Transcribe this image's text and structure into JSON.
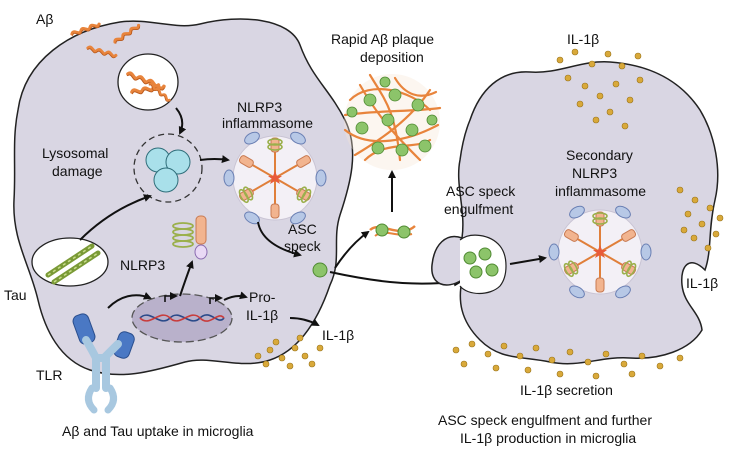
{
  "labels": {
    "abeta": "Aβ",
    "lysosomal_damage_1": "Lysosomal",
    "lysosomal_damage_2": "damage",
    "tau": "Tau",
    "tlr": "TLR",
    "nlrp3": "NLRP3",
    "nlrp3_inflammasome_1": "NLRP3",
    "nlrp3_inflammasome_2": "inflammasome",
    "asc_speck_1": "ASC",
    "asc_speck_2": "speck",
    "pro_il1b_1": "Pro-",
    "pro_il1b_2": "IL-1β",
    "il1b_left": "IL-1β",
    "plaque_1": "Rapid Aβ plaque",
    "plaque_2": "deposition",
    "engulf_1": "ASC speck",
    "engulf_2": "engulfment",
    "secondary_1": "Secondary",
    "secondary_2": "NLRP3",
    "secondary_3": "inflammasome",
    "il1b_top": "IL-1β",
    "il1b_right": "IL-1β",
    "il1b_secretion": "IL-1β secretion"
  },
  "captions": {
    "left": "Aβ and Tau uptake in microglia",
    "right_1": "ASC speck engulfment and further",
    "right_2": "IL-1β production in microglia"
  },
  "colors": {
    "cell_fill": "#d9d6e3",
    "cell_stroke": "#222222",
    "abeta_orange": "#e8843c",
    "speck_green": "#8cc46a",
    "il1b_gold": "#d9a93a",
    "lysosome_blue": "#a9e0ea",
    "tlr_blue": "#4a78c4",
    "tlr_lightblue": "#a8c8e0"
  }
}
